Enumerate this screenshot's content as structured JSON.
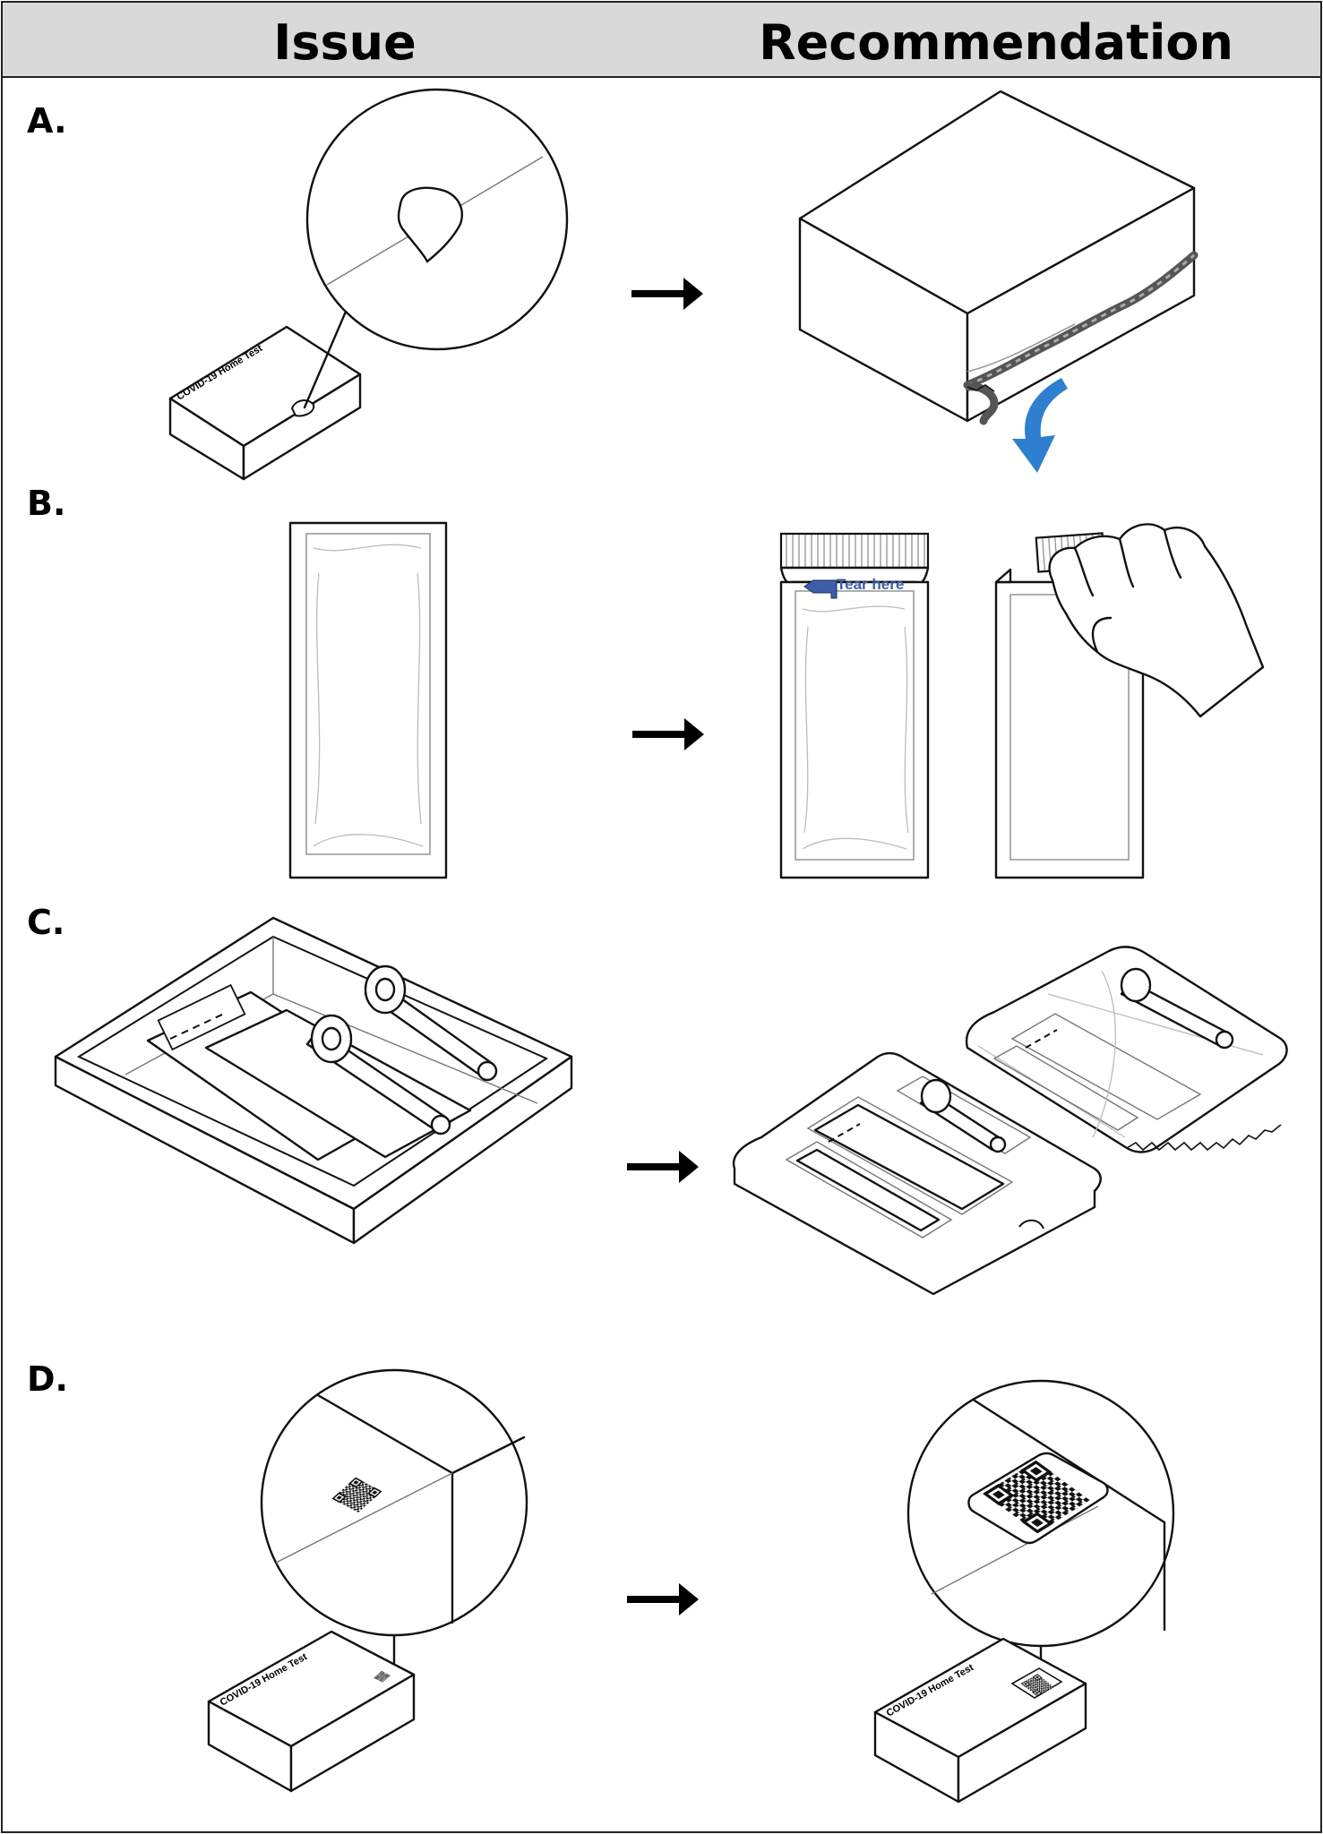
{
  "header": {
    "issue_label": "Issue",
    "recommendation_label": "Recommendation"
  },
  "rows": [
    {
      "label": "A."
    },
    {
      "label": "B."
    },
    {
      "label": "C."
    },
    {
      "label": "D."
    }
  ],
  "box_text": "COVID-19 Home Test",
  "tear_label": "Tear here",
  "colors": {
    "header_bg": "#d9d9d9",
    "accent_blue": "#2f7fd1",
    "tear_blue": "#3d5fa8"
  },
  "icons": [
    "arrow-right-icon",
    "curved-arrow-down-icon",
    "qr-code-icon",
    "hand-icon"
  ]
}
